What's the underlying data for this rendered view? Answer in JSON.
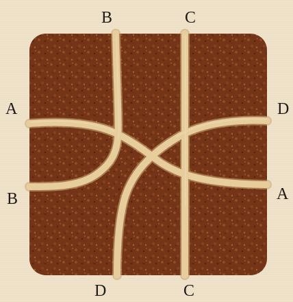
{
  "puzzle": {
    "labels": {
      "top_left": "B",
      "top_right": "C",
      "left_top": "A",
      "left_bottom": "B",
      "right_top": "D",
      "right_bottom": "A",
      "bottom_left": "D",
      "bottom_right": "C"
    },
    "paths": [
      {
        "from": "top_left",
        "to": "left_bottom"
      },
      {
        "from": "top_right",
        "to": "bottom_right"
      },
      {
        "from": "left_top",
        "to": "right_bottom"
      },
      {
        "from": "right_top",
        "to": "bottom_left"
      }
    ]
  },
  "colors": {
    "paper": "#efe3cb",
    "board": "#7a3819",
    "board_dark": "#5b2510",
    "board_light": "#a55a2a",
    "groove": "#e7cc9c",
    "groove_shadow": "#caa774",
    "label": "#1f1a16"
  }
}
